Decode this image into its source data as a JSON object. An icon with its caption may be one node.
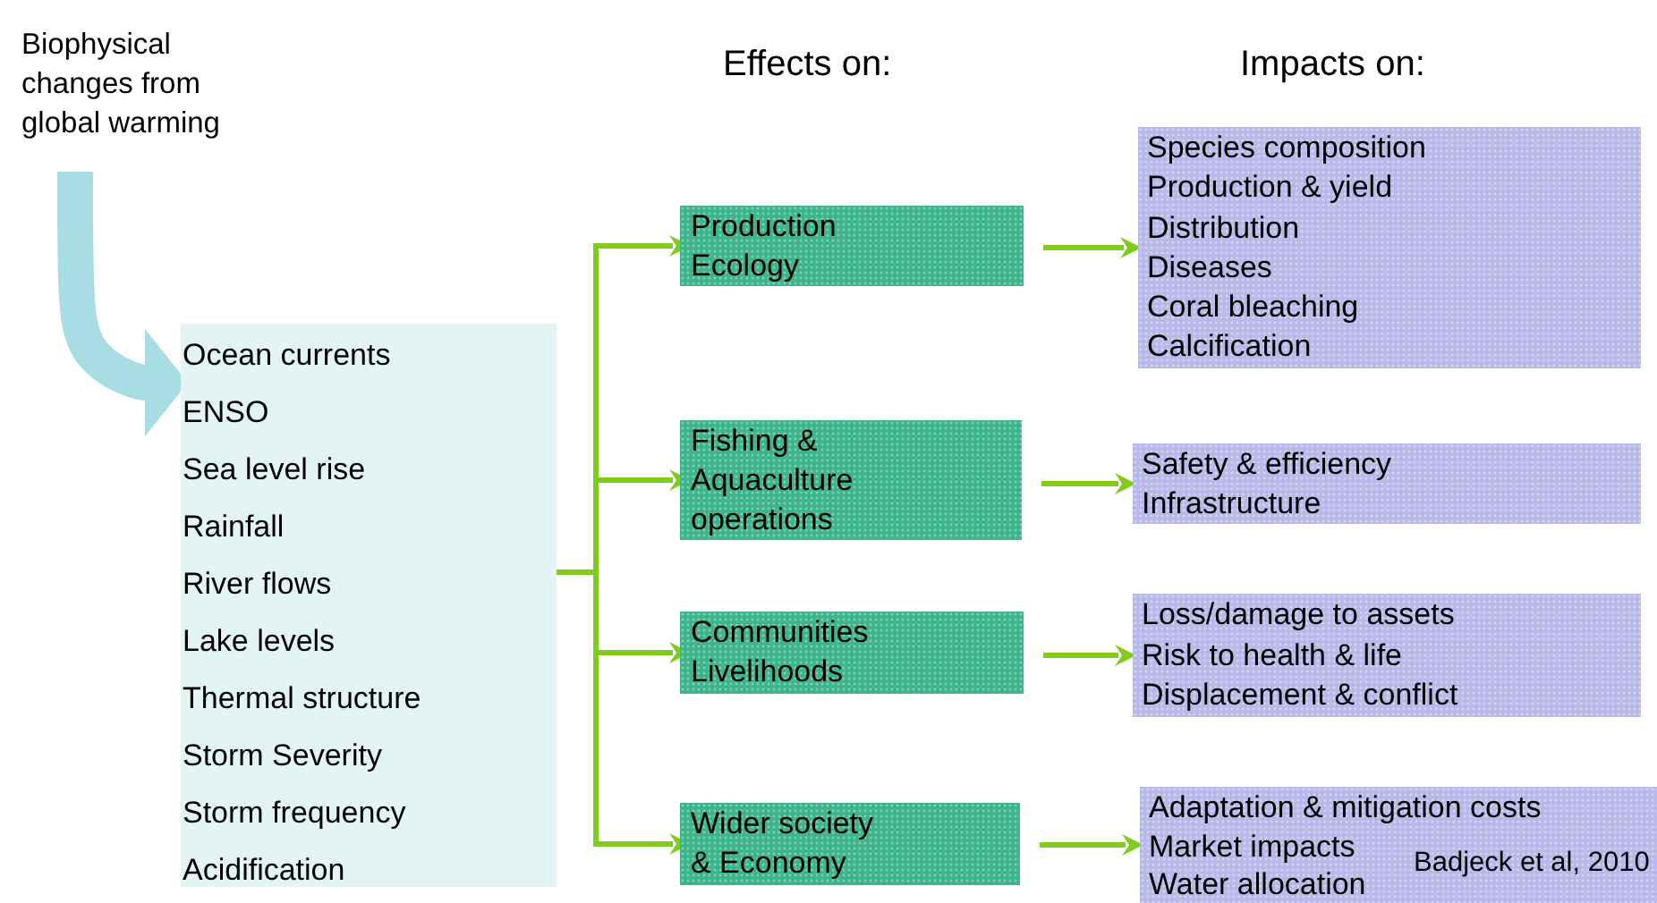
{
  "diagram": {
    "nodes": [
      {
        "text": [
          "Biophysical changes from global warming"
        ]
      },
      {
        "text": [
          "Ocean currents",
          "ENSO",
          "Sea level rise",
          "Rainfall",
          "River flows",
          "Lake levels",
          "Thermal structure",
          "Storm Severity",
          "Storm frequency",
          "Acidification"
        ]
      },
      {
        "text": [
          "Production Ecology"
        ]
      },
      {
        "text": [
          "Fishing  & Aquaculture operations"
        ]
      },
      {
        "text": [
          "Communities Livelihoods"
        ]
      },
      {
        "text": [
          "Wider society & Economy"
        ]
      },
      {
        "text": [
          "Species composition",
          "Production & yield",
          "Distribution",
          "Diseases",
          "Coral bleaching",
          "Calcification"
        ]
      },
      {
        "text": [
          "Safety & efficiency",
          "Infrastructure"
        ]
      },
      {
        "text": [
          "Loss/damage to assets",
          "Risk to health & life",
          "Displacement & conflict"
        ]
      },
      {
        "text": [
          "Adaptation & mitigation costs",
          "Market impacts",
          "Water allocation"
        ]
      }
    ],
    "edges": [
      {
        "from": 0,
        "to": 1,
        "arrow": "to",
        "style": "thick",
        "color": "#a8dde3"
      },
      {
        "from": 1,
        "to": 2,
        "arrow": "to"
      },
      {
        "from": 1,
        "to": 3,
        "arrow": "to"
      },
      {
        "from": 1,
        "to": 4,
        "arrow": "to"
      },
      {
        "from": 1,
        "to": 5,
        "arrow": "to"
      },
      {
        "from": 2,
        "to": 6,
        "arrow": "to"
      },
      {
        "from": 3,
        "to": 7,
        "arrow": "to"
      },
      {
        "from": 4,
        "to": 8,
        "arrow": "to"
      },
      {
        "from": 5,
        "to": 9,
        "arrow": "to"
      }
    ],
    "labels": [
      "Effects on:",
      "Impacts on:",
      "Badjeck et al, 2010"
    ]
  }
}
